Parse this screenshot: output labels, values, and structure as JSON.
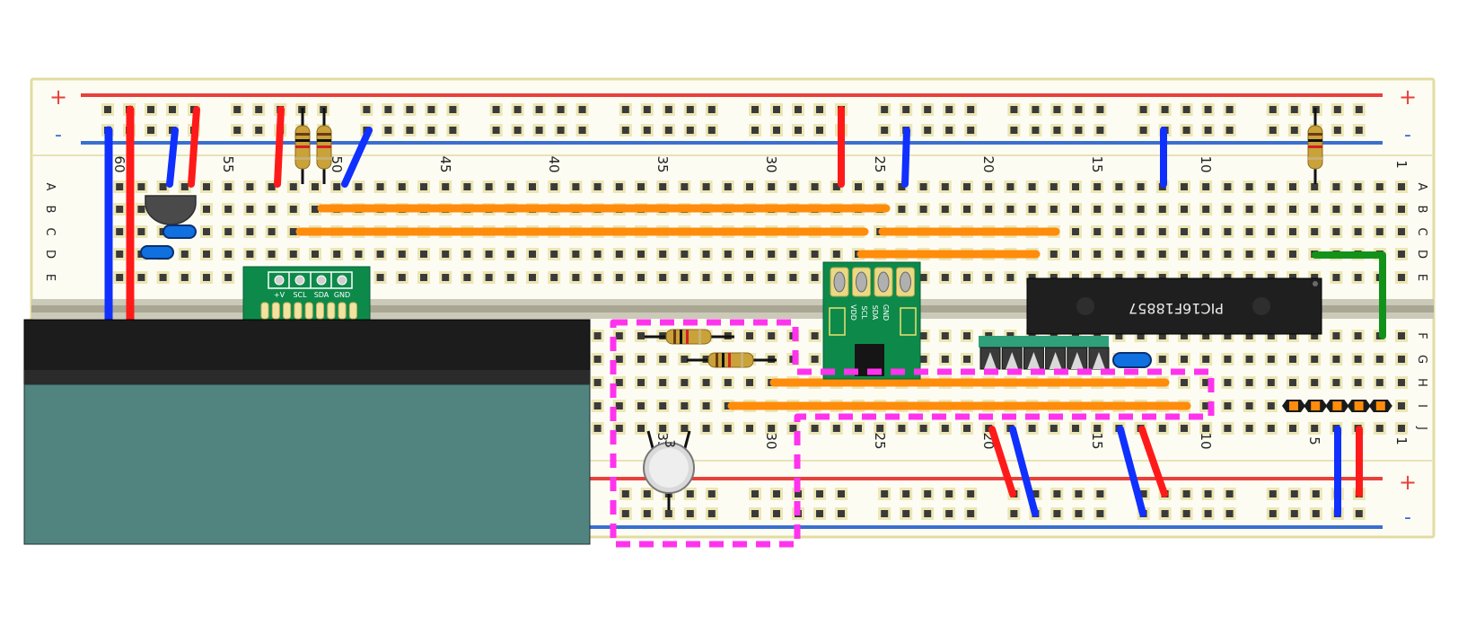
{
  "board": {
    "rail_plus": "+",
    "rail_minus": "-",
    "row_letters_top": [
      "A",
      "B",
      "C",
      "D",
      "E"
    ],
    "row_letters_bottom": [
      "F",
      "G",
      "H",
      "I",
      "J"
    ],
    "column_numbers": [
      "60",
      "55",
      "50",
      "45",
      "40",
      "35",
      "30",
      "25",
      "20",
      "15",
      "10",
      "5",
      "1"
    ],
    "columns": 60,
    "colors": {
      "board": "#fdfcf3",
      "board_border": "#e2dca0",
      "hole": "#3a3a3a",
      "rail_red": "#e8403a",
      "rail_blue": "#3a6fd0",
      "gutter": "#a9a693"
    }
  },
  "components": {
    "chip_label": "PIC16F18857",
    "module_pins": [
      "+V",
      "SCL",
      "SDA",
      "GND"
    ],
    "sensor_pins": [
      "VDD",
      "SCL",
      "SDA",
      "GND"
    ],
    "partial_label": "3"
  },
  "wire_colors": {
    "red": "#ff1a1a",
    "blue": "#1030ff",
    "orange": "#ff8c0a",
    "green": "#12921a",
    "highlight": "#ff33ee"
  }
}
